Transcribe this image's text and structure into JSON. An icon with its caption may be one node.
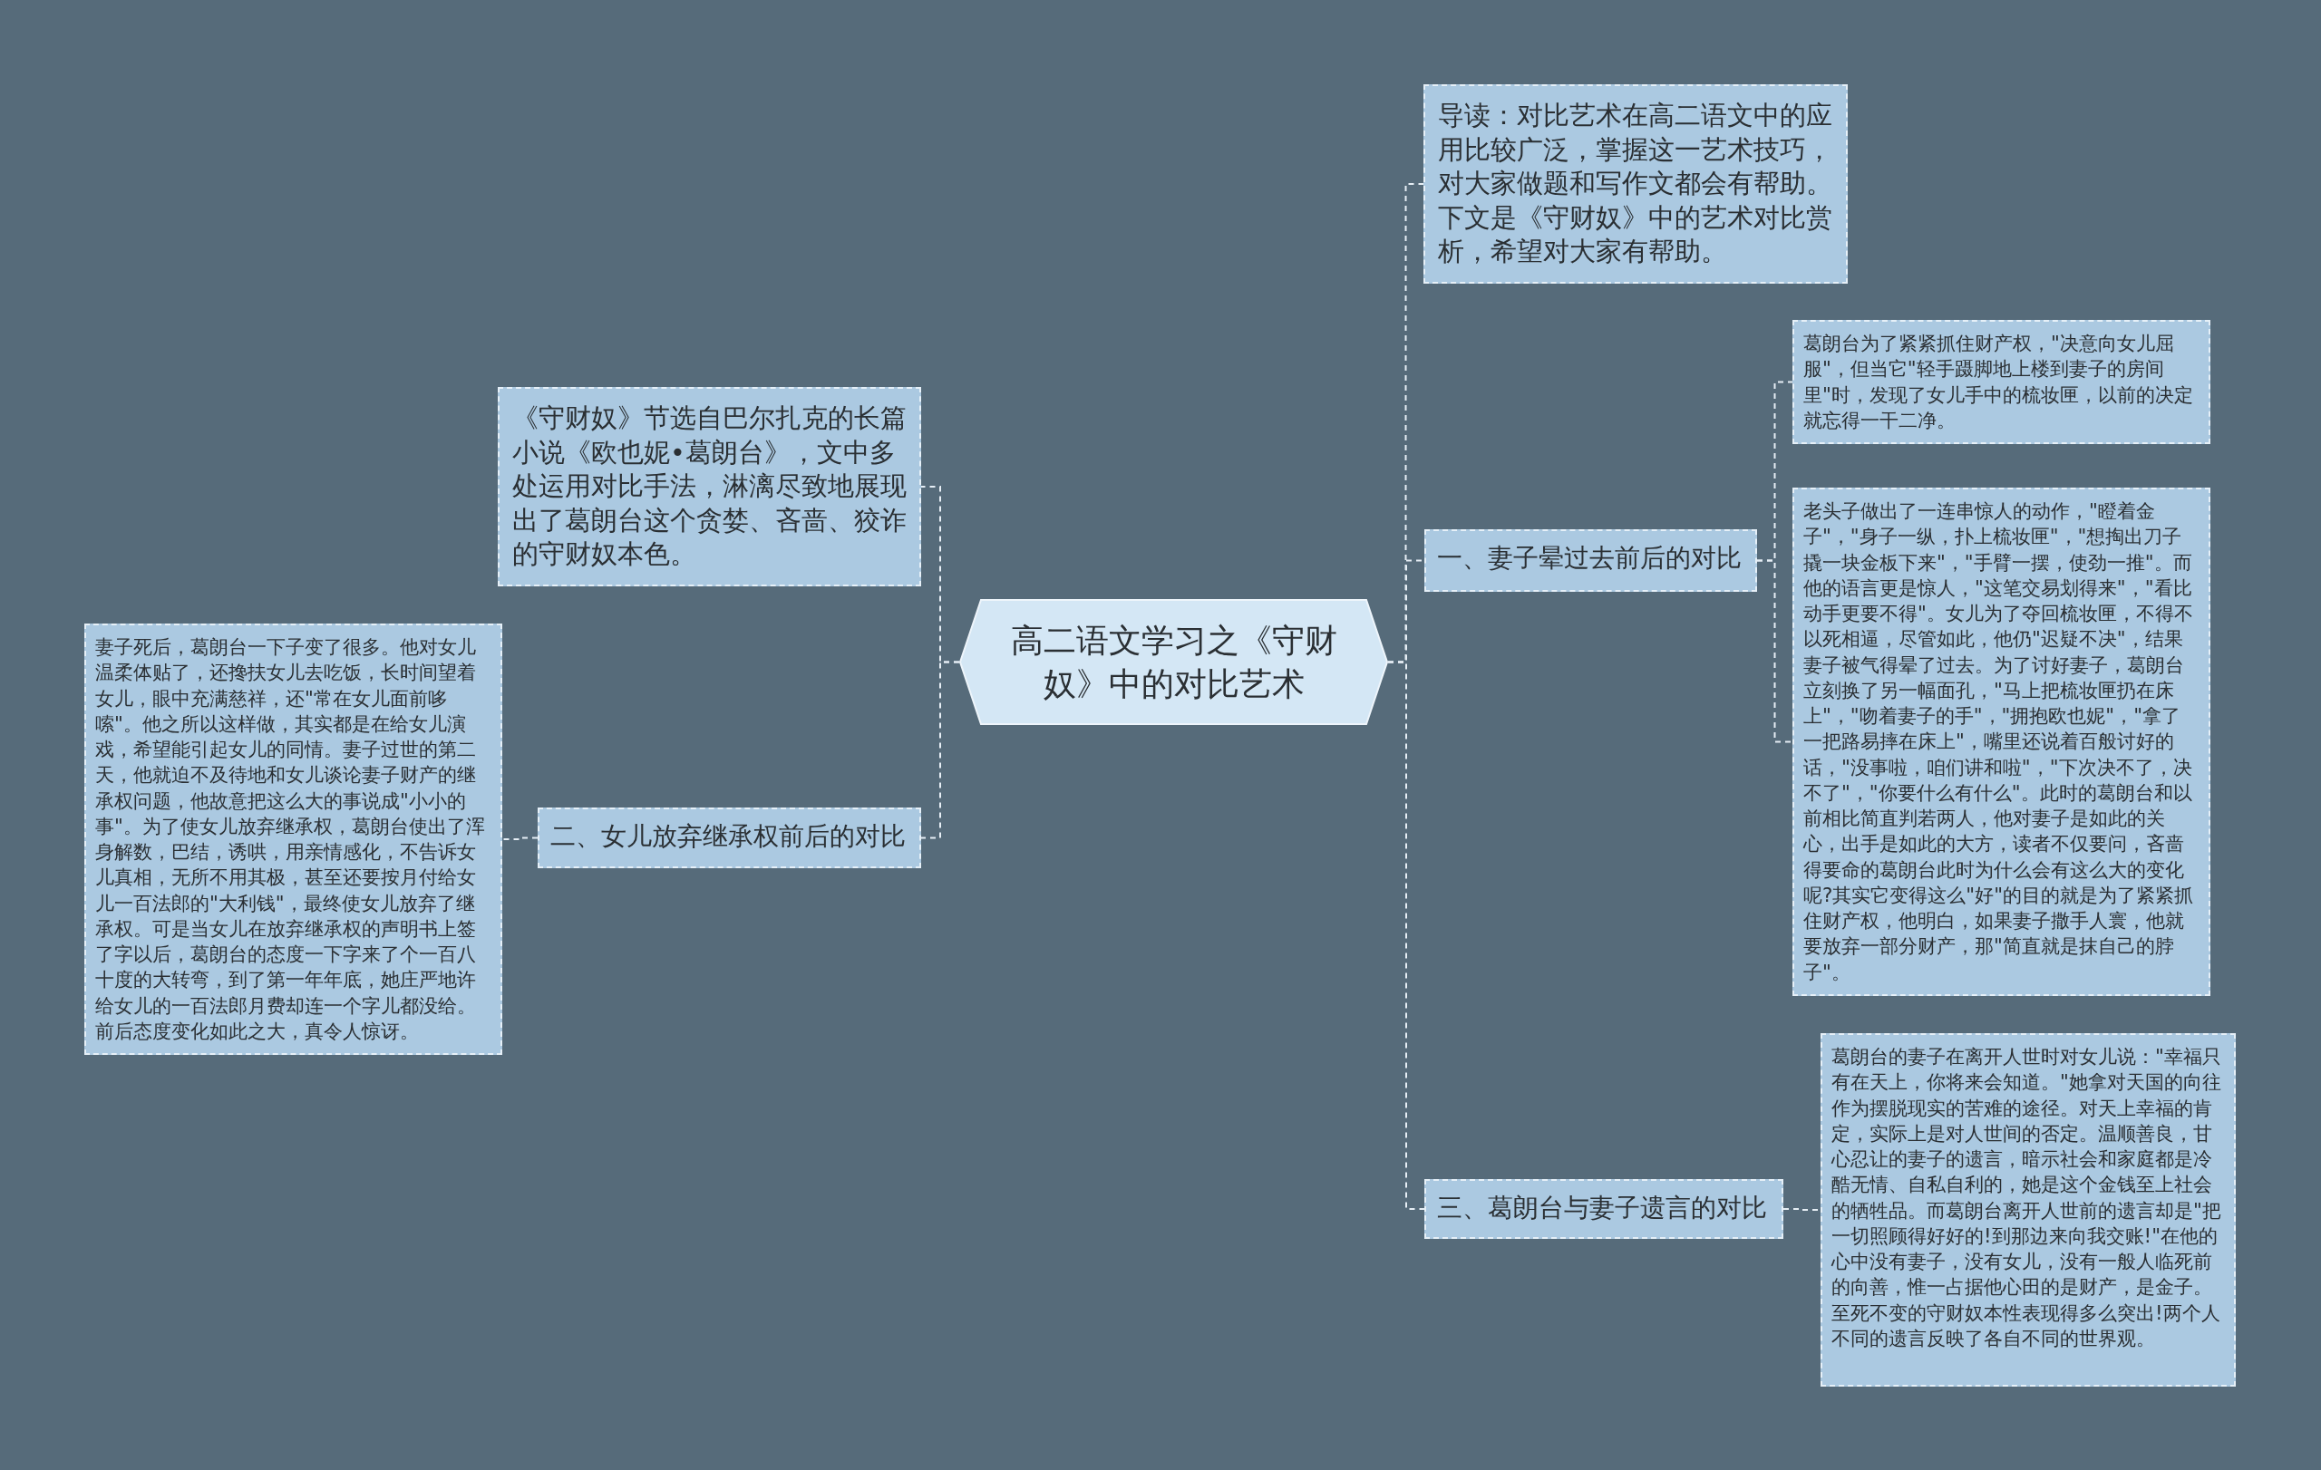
{
  "diagram": {
    "nodes": [
      {
        "text": [
          "高二语文学习之《守财奴》中的对比艺术"
        ]
      },
      {
        "text": [
          "《守财奴》节选自巴尔扎克的长篇小说《欧也妮•葛朗台》，文中多处运用对比手法，淋漓尽致地展现出了葛朗台这个贪婪、吝啬、狡诈的守财奴本色。"
        ]
      },
      {
        "text": [
          "二、女儿放弃继承权前后的对比"
        ]
      },
      {
        "text": [
          "妻子死后，葛朗台一下子变了很多。他对女儿温柔体贴了，还搀扶女儿去吃饭，长时间望着女儿，眼中充满慈祥，还\"常在女儿面前哆嗦\"。他之所以这样做，其实都是在给女儿演戏，希望能引起女儿的同情。妻子过世的第二天，他就迫不及待地和女儿谈论妻子财产的继承权问题，他故意把这么大的事说成\"小小的事\"。为了使女儿放弃继承权，葛朗台使出了浑身解数，巴结，诱哄，用亲情感化，不告诉女儿真相，无所不用其极，甚至还要按月付给女儿一百法郎的\"大利钱\"，最终使女儿放弃了继承权。可是当女儿在放弃继承权的声明书上签了字以后，葛朗台的态度一下字来了个一百八十度的大转弯，到了第一年年底，她庄严地许给女儿的一百法郎月费却连一个字儿都没给。前后态度变化如此之大，真令人惊讶。"
        ]
      },
      {
        "text": [
          "导读：对比艺术在高二语文中的应用比较广泛，掌握这一艺术技巧，对大家做题和写作文都会有帮助。下文是《守财奴》中的艺术对比赏析，希望对大家有帮助。"
        ]
      },
      {
        "text": [
          "一、妻子晕过去前后的对比"
        ]
      },
      {
        "text": [
          "葛朗台为了紧紧抓住财产权，\"决意向女儿屈服\"，但当它\"轻手蹑脚地上楼到妻子的房间里\"时，发现了女儿手中的梳妆匣，以前的决定就忘得一干二净。"
        ]
      },
      {
        "text": [
          "老头子做出了一连串惊人的动作，\"瞪着金子\"，\"身子一纵，扑上梳妆匣\"，\"想掏出刀子撬一块金板下来\"，\"手臂一摆，使劲一推\"。而他的语言更是惊人，\"这笔交易划得来\"，\"看比动手更要不得\"。女儿为了夺回梳妆匣，不得不以死相逼，尽管如此，他仍\"迟疑不决\"，结果妻子被气得晕了过去。为了讨好妻子，葛朗台立刻换了另一幅面孔，\"马上把梳妆匣扔在床上\"，\"吻着妻子的手\"，\"拥抱欧也妮\"，\"拿了一把路易摔在床上\"，嘴里还说着百般讨好的话，\"没事啦，咱们讲和啦\"，\"下次决不了，决不了\"，\"你要什么有什么\"。此时的葛朗台和以前相比简直判若两人，他对妻子是如此的关心，出手是如此的大方，读者不仅要问，吝啬得要命的葛朗台此时为什么会有这么大的变化呢?其实它变得这么\"好\"的目的就是为了紧紧抓住财产权，他明白，如果妻子撒手人寰，他就要放弃一部分财产，那\"简直就是抹自己的脖子\"。"
        ]
      },
      {
        "text": [
          "三、葛朗台与妻子遗言的对比"
        ]
      },
      {
        "text": [
          "葛朗台的妻子在离开人世时对女儿说：\"幸福只有在天上，你将来会知道。\"她拿对天国的向往作为摆脱现实的苦难的途径。对天上幸福的肯定，实际上是对人世间的否定。温顺善良，甘心忍让的妻子的遗言，暗示社会和家庭都是冷酷无情、自私自利的，她是这个金钱至上社会的牺牲品。而葛朗台离开人世前的遗言却是\"把一切照顾得好好的!到那边来向我交账!\"在他的心中没有妻子，没有女儿，没有一般人临死前的向善，惟一占据他心田的是财产，是金子。至死不变的守财奴本性表现得多么突出!两个人不同的遗言反映了各自不同的世界观。"
        ]
      }
    ],
    "edges": [
      {
        "from": 0,
        "to": 1,
        "arrow": "none",
        "style": "dashed"
      },
      {
        "from": 0,
        "to": 2,
        "arrow": "none",
        "style": "dashed"
      },
      {
        "from": 2,
        "to": 3,
        "arrow": "none",
        "style": "dashed"
      },
      {
        "from": 0,
        "to": 4,
        "arrow": "none",
        "style": "dashed"
      },
      {
        "from": 0,
        "to": 5,
        "arrow": "none",
        "style": "dashed"
      },
      {
        "from": 5,
        "to": 6,
        "arrow": "none",
        "style": "dashed"
      },
      {
        "from": 5,
        "to": 7,
        "arrow": "none",
        "style": "dashed"
      },
      {
        "from": 0,
        "to": 8,
        "arrow": "none",
        "style": "dashed"
      },
      {
        "from": 8,
        "to": 9,
        "arrow": "none",
        "style": "dashed"
      }
    ]
  }
}
